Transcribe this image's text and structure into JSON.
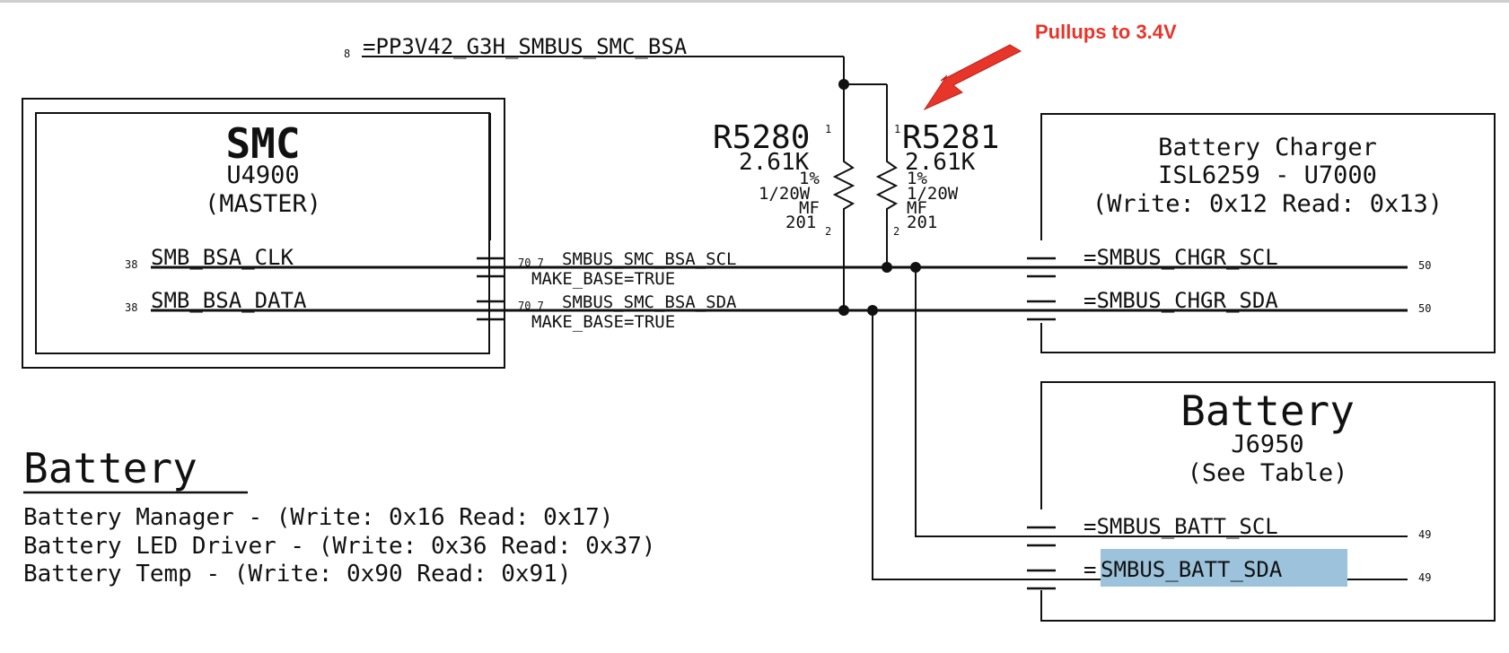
{
  "callout": {
    "text": "Pullups to 3.4V",
    "color": "#e8352a"
  },
  "power_net": {
    "page": "8",
    "name": "=PP3V42_G3H_SMBUS_SMC_BSA"
  },
  "smc": {
    "title": "SMC",
    "ref": "U4900",
    "role": "(MASTER)",
    "pins": [
      {
        "page": "38",
        "name": "SMB_BSA_CLK"
      },
      {
        "page": "38",
        "name": "SMB_BSA_DATA"
      }
    ]
  },
  "bus_nets": [
    {
      "pages": "70 7",
      "name": "SMBUS_SMC_BSA_SCL",
      "prop": "MAKE_BASE=TRUE"
    },
    {
      "pages": "70 7",
      "name": "SMBUS_SMC_BSA_SDA",
      "prop": "MAKE_BASE=TRUE"
    }
  ],
  "resistors": [
    {
      "designator": "R5280",
      "value": "2.61K",
      "tolerance": "1%",
      "power": "1/20W",
      "type": "MF",
      "package": "201",
      "pin1": "1",
      "pin2": "2"
    },
    {
      "designator": "R5281",
      "value": "2.61K",
      "tolerance": "1%",
      "power": "1/20W",
      "type": "MF",
      "package": "201",
      "pin1": "1",
      "pin2": "2"
    }
  ],
  "charger": {
    "title": "Battery Charger",
    "ref": "ISL6259 - U7000",
    "addr": "(Write: 0x12 Read: 0x13)",
    "nets": [
      {
        "name": "=SMBUS_CHGR_SCL",
        "page": "50"
      },
      {
        "name": "=SMBUS_CHGR_SDA",
        "page": "50"
      }
    ]
  },
  "battery_block": {
    "title": "Battery",
    "ref": "J6950",
    "note": "(See Table)",
    "nets": [
      {
        "name": "=SMBUS_BATT_SCL",
        "page": "49"
      },
      {
        "prefix": "=",
        "name": "SMBUS_BATT_SDA",
        "page": "49"
      }
    ],
    "highlight_color": "#9dc3dc"
  },
  "battery_section": {
    "heading": "Battery",
    "lines": [
      "Battery Manager - (Write: 0x16 Read: 0x17)",
      "Battery LED Driver - (Write: 0x36 Read: 0x37)",
      "Battery Temp - (Write: 0x90 Read: 0x91)"
    ]
  }
}
